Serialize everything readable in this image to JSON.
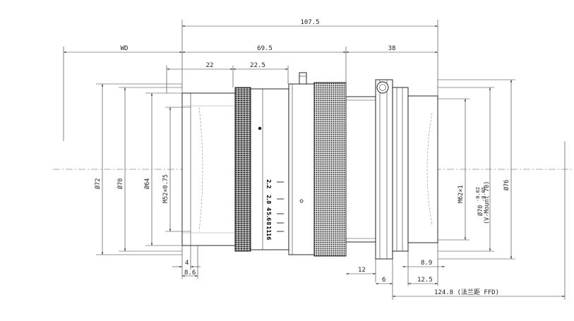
{
  "dimensions": {
    "overall_length": "107.5",
    "wd": "WD",
    "body_length": "69.5",
    "mount_length": "38",
    "front_section": "22",
    "ring_position": "22.5",
    "dia_72": "Ø72",
    "dia_70": "Ø70",
    "dia_64": "Ø64",
    "filter_thread": "M52×0.75",
    "front_step_4": "4",
    "front_step_86": "8.6",
    "mount_12": "12",
    "flange_6": "6",
    "mount_thread": "M62×1",
    "dia_70_mount": "Ø70",
    "tol_upper": "-0.02",
    "tol_lower": "-0.05",
    "mount_name": "(V-Mount 70)",
    "dia_76": "Ø76",
    "rear_89": "8.9",
    "rear_125": "12.5",
    "ffd": "124.8 (法兰距 FFD)"
  },
  "aperture_scale": [
    "2.2",
    "2.8",
    "4",
    "5.6",
    "8",
    "11",
    "16"
  ]
}
